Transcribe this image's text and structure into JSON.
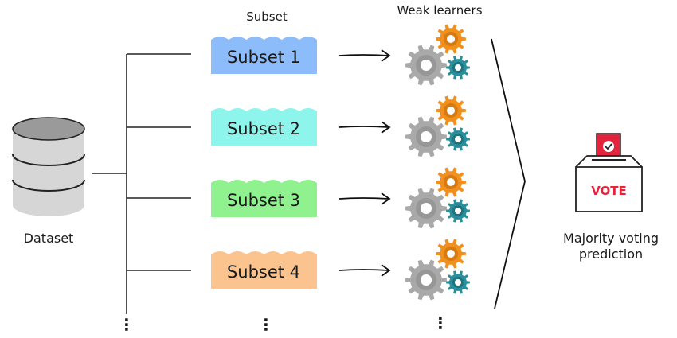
{
  "diagram": {
    "type": "bagging-ensemble",
    "dataset": {
      "label": "Dataset",
      "icon": "database-icon"
    },
    "headers": {
      "subsets": "Subset",
      "learners": "Weak learners"
    },
    "subsets": [
      {
        "label": "Subset 1",
        "color": "#8cbcfa"
      },
      {
        "label": "Subset 2",
        "color": "#8ef5ec"
      },
      {
        "label": "Subset 3",
        "color": "#8ff28f"
      },
      {
        "label": "Subset 4",
        "color": "#fbc48f"
      }
    ],
    "ellipsis": "⋮",
    "learner_icon": "gears-icon",
    "gear_colors": {
      "large": "#a9a9a9",
      "medium": "#f2901e",
      "small": "#2a8f9c"
    },
    "output": {
      "icon": "ballot-box-icon",
      "ballot_text": "VOTE",
      "accent": "#e2253c",
      "caption_line1": "Majority voting",
      "caption_line2": "prediction"
    }
  }
}
